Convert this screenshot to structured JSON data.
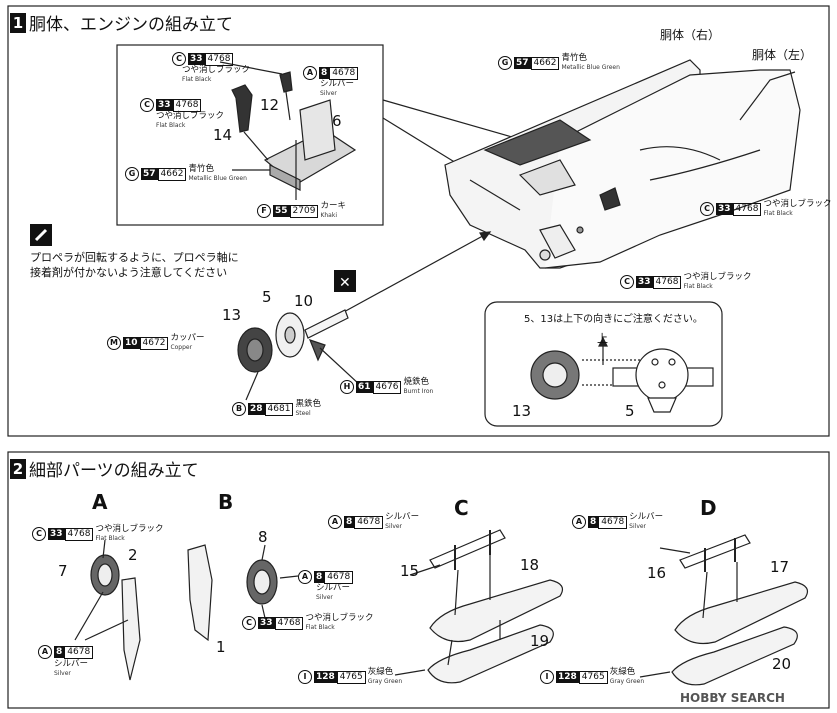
{
  "step1": {
    "number": "1",
    "title": "胴体、エンジンの組み立て"
  },
  "step2": {
    "number": "2",
    "title": "細部パーツの組み立て"
  },
  "fuselage_right": "胴体（右）",
  "fuselage_left": "胴体（左）",
  "propeller_note": {
    "line1": "プロペラが回転するように、プロペラ軸に",
    "line2": "接着剤が付かないよう注意してください"
  },
  "orientation_note": "5、13は上下の向きにご注意ください。",
  "up_label": "上",
  "sub_letters": {
    "a": "A",
    "b": "B",
    "c": "C",
    "d": "D"
  },
  "parts": {
    "p12": "12",
    "p14": "14",
    "p6": "6",
    "p5": "5",
    "p10": "10",
    "p13": "13",
    "p13b": "13",
    "p5b": "5",
    "p7": "7",
    "p2": "2",
    "p8": "8",
    "p1": "1",
    "p15": "15",
    "p18": "18",
    "p19": "19",
    "p16": "16",
    "p17": "17",
    "p20": "20"
  },
  "codes": {
    "c_flat_black": {
      "letter": "C",
      "num": "33",
      "code": "4768",
      "jp": "つや消しブラック",
      "en": "Flat Black"
    },
    "a_silver": {
      "letter": "A",
      "num": "8",
      "code": "4678",
      "jp": "シルバー",
      "en": "Silver"
    },
    "g_blue_green": {
      "letter": "G",
      "num": "57",
      "code": "4662",
      "jp": "青竹色",
      "en": "Metallic Blue Green"
    },
    "f_khaki": {
      "letter": "F",
      "num": "55",
      "code": "2709",
      "jp": "カーキ",
      "en": "Khaki"
    },
    "m_copper": {
      "letter": "M",
      "num": "10",
      "code": "4672",
      "jp": "カッパー",
      "en": "Copper"
    },
    "h_burnt_iron": {
      "letter": "H",
      "num": "61",
      "code": "4676",
      "jp": "焼鉄色",
      "en": "Burnt Iron"
    },
    "b_steel": {
      "letter": "B",
      "num": "28",
      "code": "4681",
      "jp": "黒鉄色",
      "en": "Steel"
    },
    "i_gray_green": {
      "letter": "I",
      "num": "128",
      "code": "4765",
      "jp": "灰緑色",
      "en": "Gray Green"
    }
  },
  "watermark": "HOBBY SEARCH"
}
